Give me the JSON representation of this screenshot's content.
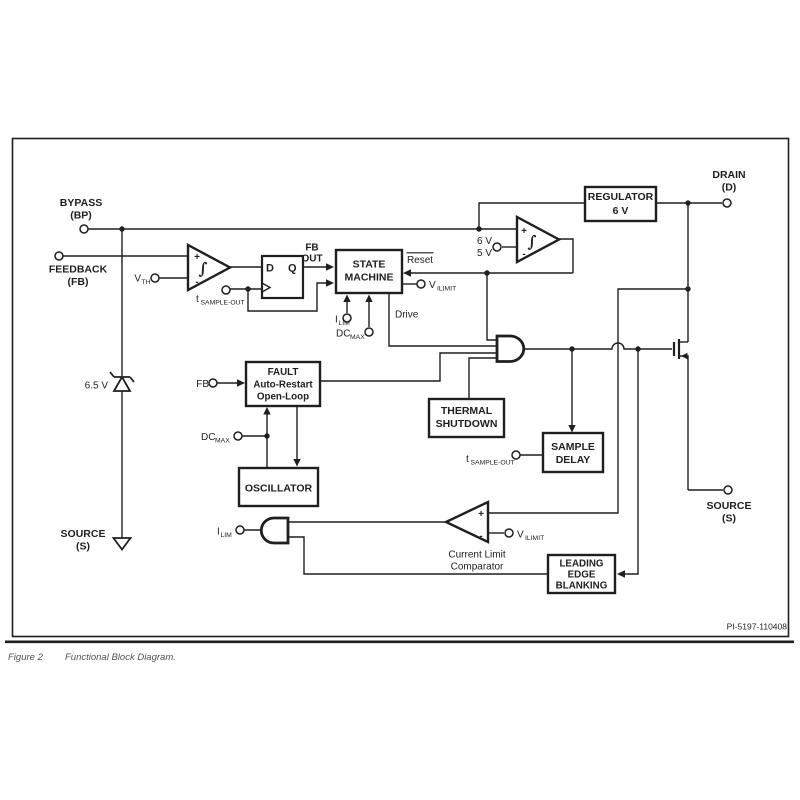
{
  "figure": {
    "label": "Figure 2",
    "caption": "Functional Block Diagram.",
    "drawing_number": "PI-5197-110408"
  },
  "terminals": {
    "bypass": {
      "name": "BYPASS",
      "pin": "(BP)"
    },
    "feedback": {
      "name": "FEEDBACK",
      "pin": "(FB)"
    },
    "source_left": {
      "name": "SOURCE",
      "pin": "(S)"
    },
    "drain": {
      "name": "DRAIN",
      "pin": "(D)"
    },
    "source_right": {
      "name": "SOURCE",
      "pin": "(S)"
    }
  },
  "blocks": {
    "regulator": {
      "line1": "REGULATOR",
      "line2": "6 V"
    },
    "state_machine": {
      "line1": "STATE",
      "line2": "MACHINE"
    },
    "flip_flop": {
      "d": "D",
      "q": "Q"
    },
    "fault": {
      "line1": "FAULT",
      "line2": "Auto-Restart",
      "line3": "Open-Loop"
    },
    "thermal_shutdown": {
      "line1": "THERMAL",
      "line2": "SHUTDOWN"
    },
    "oscillator": {
      "line1": "OSCILLATOR"
    },
    "sample_delay": {
      "line1": "SAMPLE",
      "line2": "DELAY"
    },
    "leading_edge_blanking": {
      "line1": "LEADING",
      "line2": "EDGE",
      "line3": "BLANKING"
    }
  },
  "labels": {
    "vth": {
      "base": "V",
      "sub": "TH"
    },
    "tsample_ff": {
      "base": "t",
      "sub": "SAMPLE-OUT"
    },
    "tsample_delay": {
      "base": "t",
      "sub": "SAMPLE-OUT"
    },
    "fb_out": {
      "line1": "FB",
      "line2": "OUT"
    },
    "reset": "Reset",
    "drive": "Drive",
    "vilimit_sm": {
      "base": "V",
      "sub": "ILIMIT"
    },
    "vilimit_comp": {
      "base": "V",
      "sub": "ILIMIT"
    },
    "ilim_sm": {
      "base": "I",
      "sub": "LIM"
    },
    "ilim_gate": {
      "base": "I",
      "sub": "LIM"
    },
    "dcmax_sm": {
      "base": "DC",
      "sub": "MAX"
    },
    "dcmax_fault": {
      "base": "DC",
      "sub": "MAX"
    },
    "fb_fault": "FB",
    "ref_6v": "6 V",
    "ref_5v": "5 V",
    "zener": "6.5 V",
    "clc": {
      "line1": "Current Limit",
      "line2": "Comparator"
    }
  },
  "symbols": {
    "plus": "+",
    "minus": "-",
    "hysteresis": "∫"
  },
  "colors": {
    "ink": "#1f1f1f",
    "background": "#ffffff",
    "caption_text": "#515151"
  }
}
